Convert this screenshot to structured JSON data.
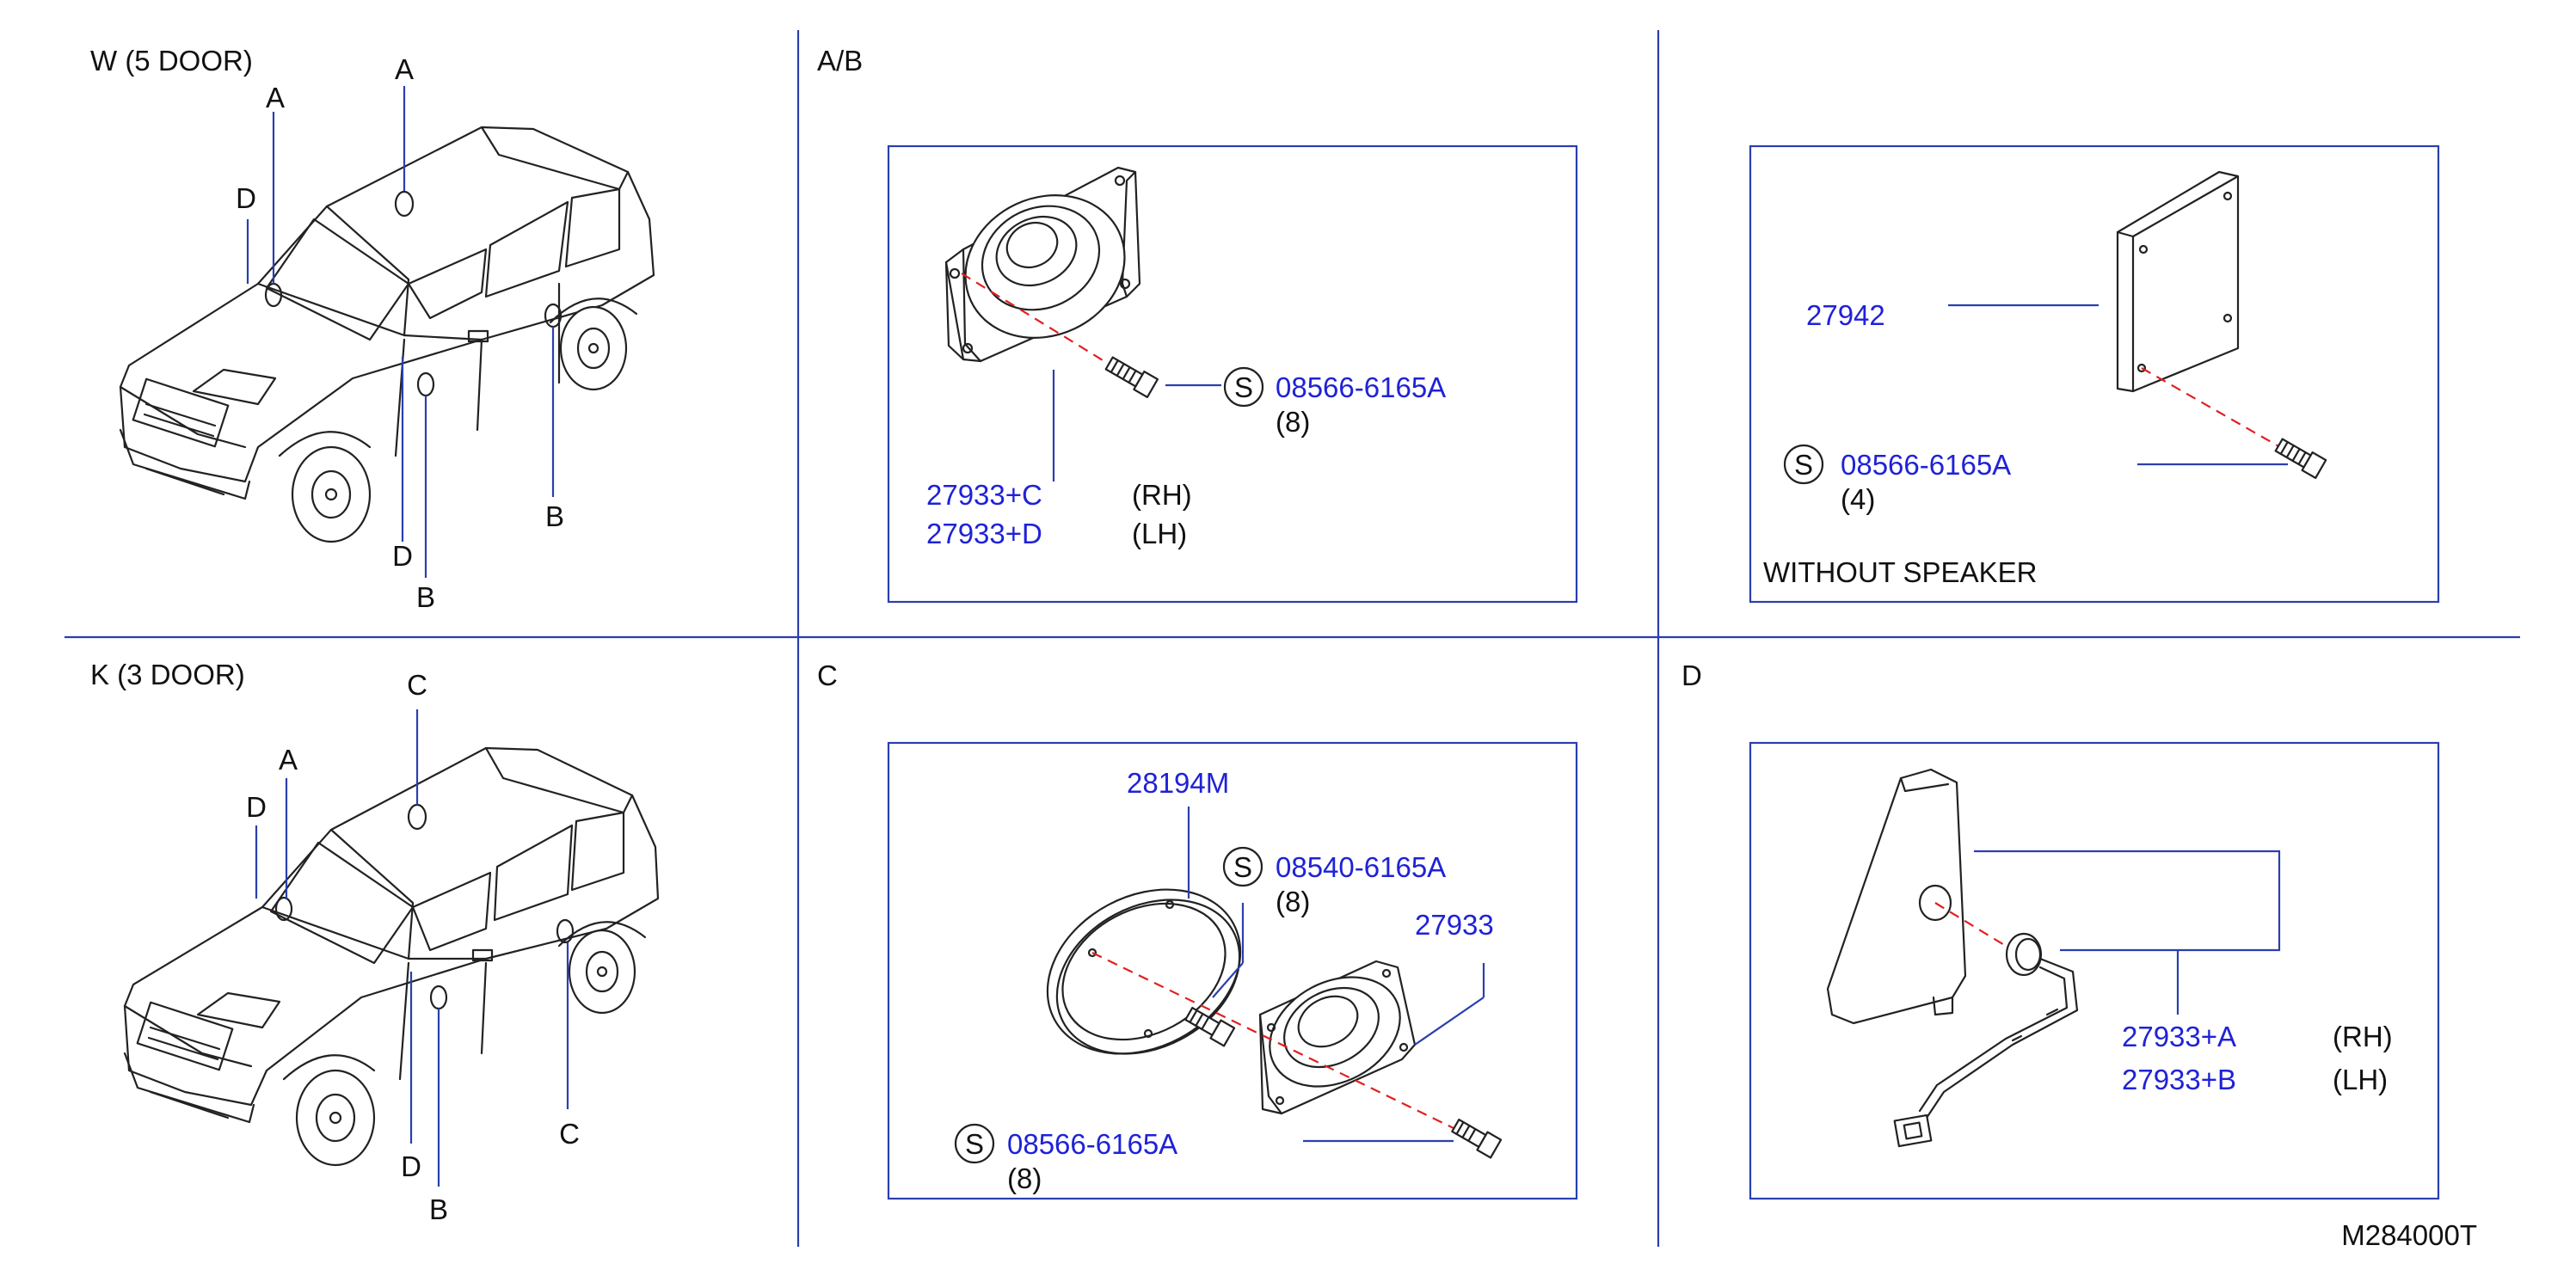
{
  "section_titles": {
    "w_5door": "W   (5   DOOR)",
    "k_3door": "K  (3   DOOR)",
    "ab": "A/B",
    "c": "C",
    "d": "D"
  },
  "callout_letters": {
    "w_top_a": "A",
    "w_a": "A",
    "w_d": "D",
    "w_d_low": "D",
    "w_b_low": "B",
    "w_b_right": "B",
    "k_c_top": "C",
    "k_a": "A",
    "k_d": "D",
    "k_d_low": "D",
    "k_b_low": "B",
    "k_c_right": "C"
  },
  "ab_panel": {
    "screw_symbol": "S",
    "screw_part": "08566-6165A",
    "screw_qty": "(8)",
    "part_rh": "27933+C",
    "part_lh": "27933+D",
    "rh": "(RH)",
    "lh": "(LH)"
  },
  "cover_panel": {
    "part": "27942",
    "screw_symbol": "S",
    "screw_part": "08566-6165A",
    "screw_qty": "(4)",
    "note": "WITHOUT   SPEAKER"
  },
  "c_panel": {
    "ring_part": "28194M",
    "screw_symbol_top": "S",
    "screw_part_top": "08540-6165A",
    "screw_qty_top": "(8)",
    "speaker_part": "27933",
    "screw_symbol_bottom": "S",
    "screw_part_bottom": "08566-6165A",
    "screw_qty_bottom": "(8)"
  },
  "d_panel": {
    "part_rh": "27933+A",
    "part_lh": "27933+B",
    "rh": "(RH)",
    "lh": "(LH)"
  },
  "diagram_id": "M284000T",
  "colors": {
    "part_number_blue": "#1f22d6",
    "leader_blue": "#2a3fae",
    "dash_red": "#e02020",
    "ink": "#222222"
  }
}
